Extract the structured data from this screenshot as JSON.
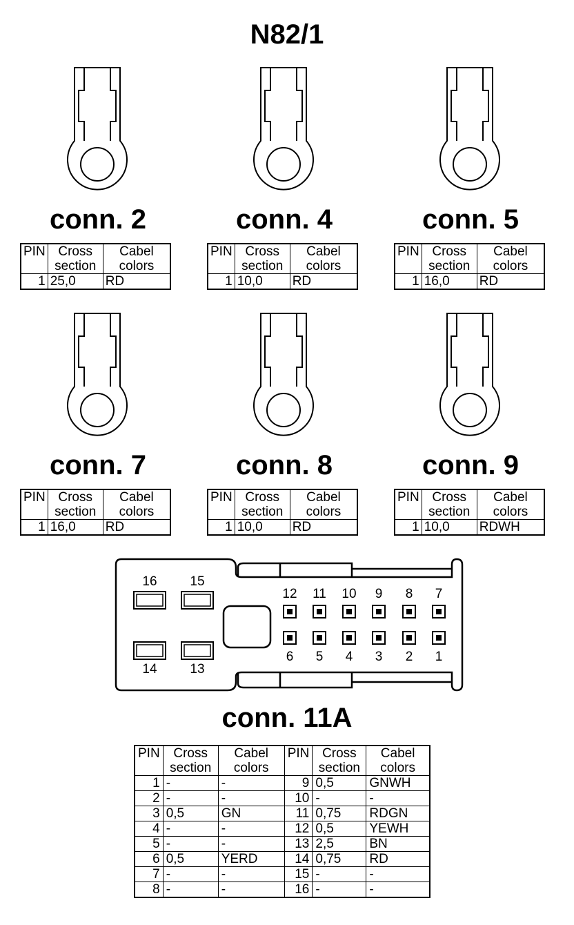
{
  "title": "N82/1",
  "headers": {
    "pin": "PIN",
    "cross_1": "Cross",
    "cross_2": "section",
    "cabel_1": "Cabel",
    "cabel_2": "colors"
  },
  "connectors": [
    {
      "label": "conn. 2",
      "pin": "1",
      "cross": "25,0",
      "color": "RD"
    },
    {
      "label": "conn. 4",
      "pin": "1",
      "cross": "10,0",
      "color": "RD"
    },
    {
      "label": "conn. 5",
      "pin": "1",
      "cross": "16,0",
      "color": "RD"
    },
    {
      "label": "conn. 7",
      "pin": "1",
      "cross": "16,0",
      "color": "RD"
    },
    {
      "label": "conn. 8",
      "pin": "1",
      "cross": "10,0",
      "color": "RD"
    },
    {
      "label": "conn. 9",
      "pin": "1",
      "cross": "10,0",
      "color": "RDWH"
    }
  ],
  "conn11a": {
    "label": "conn. 11A",
    "pin_labels": {
      "p16": "16",
      "p15": "15",
      "p14": "14",
      "p13": "13",
      "p12": "12",
      "p11": "11",
      "p10": "10",
      "p9": "9",
      "p8": "8",
      "p7": "7",
      "p6": "6",
      "p5": "5",
      "p4": "4",
      "p3": "3",
      "p2": "2",
      "p1": "1"
    },
    "rows": [
      {
        "pin_a": "1",
        "cross_a": "-",
        "color_a": "-",
        "pin_b": "9",
        "cross_b": "0,5",
        "color_b": "GNWH"
      },
      {
        "pin_a": "2",
        "cross_a": "-",
        "color_a": "-",
        "pin_b": "10",
        "cross_b": "-",
        "color_b": "-"
      },
      {
        "pin_a": "3",
        "cross_a": "0,5",
        "color_a": "GN",
        "pin_b": "11",
        "cross_b": "0,75",
        "color_b": "RDGN"
      },
      {
        "pin_a": "4",
        "cross_a": "-",
        "color_a": "-",
        "pin_b": "12",
        "cross_b": "0,5",
        "color_b": "YEWH"
      },
      {
        "pin_a": "5",
        "cross_a": "-",
        "color_a": "-",
        "pin_b": "13",
        "cross_b": "2,5",
        "color_b": "BN"
      },
      {
        "pin_a": "6",
        "cross_a": "0,5",
        "color_a": "YERD",
        "pin_b": "14",
        "cross_b": "0,75",
        "color_b": "RD"
      },
      {
        "pin_a": "7",
        "cross_a": "-",
        "color_a": "-",
        "pin_b": "15",
        "cross_b": "-",
        "color_b": "-"
      },
      {
        "pin_a": "8",
        "cross_a": "-",
        "color_a": "-",
        "pin_b": "16",
        "cross_b": "-",
        "color_b": "-"
      }
    ]
  }
}
